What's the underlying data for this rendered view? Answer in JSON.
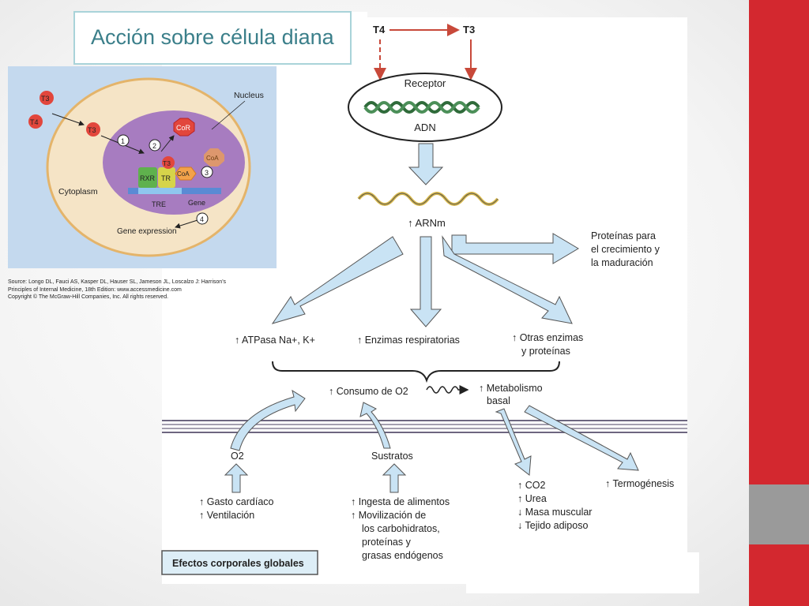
{
  "slide": {
    "title": "Acción sobre célula diana",
    "colors": {
      "accent_red": "#d3282f",
      "accent_gray": "#9a9a9a",
      "title_text": "#3b7f8a",
      "title_border": "#a9d3d9"
    }
  },
  "cell_figure": {
    "labels": {
      "nucleus": "Nucleus",
      "cytoplasm": "Cytoplasm",
      "t3": "T3",
      "t4": "T4",
      "cor": "CoR",
      "coa": "CoA",
      "rxr": "RXR",
      "tr": "TR",
      "tre": "TRE",
      "gene": "Gene",
      "gene_expression": "Gene expression"
    },
    "steps": [
      "1",
      "2",
      "3",
      "4"
    ],
    "source_lines": [
      "Source: Longo DL, Fauci AS, Kasper DL, Hauser SL, Jameson JL, Loscalzo J: Harrison's",
      "Principles of Internal Medicine, 18th Edition: www.accessmedicine.com",
      "Copyright © The McGraw-Hill Companies, Inc. All rights reserved."
    ]
  },
  "flow_diagram": {
    "t4": "T4",
    "t3": "T3",
    "receptor": "Receptor",
    "adn": "ADN",
    "arnm": "↑ ARNm",
    "proteinas": [
      "Proteínas para",
      "el crecimiento y",
      "la maduración"
    ],
    "atpasa": "↑ ATPasa Na+, K+",
    "enzimas_resp": "↑ Enzimas respiratorias",
    "otras_enzimas": [
      "↑ Otras enzimas",
      "y proteínas"
    ],
    "consumo": "↑ Consumo de O2",
    "metabolismo": [
      "↑ Metabolismo",
      "basal"
    ],
    "o2": "O2",
    "sustratos": "Sustratos",
    "left_effects": [
      "↑ Gasto cardíaco",
      "↑ Ventilación"
    ],
    "middle_effects": [
      "↑ Ingesta de alimentos",
      "↑ Movilización de",
      "los carbohidratos,",
      "proteínas y",
      "grasas endógenos"
    ],
    "right_effects": [
      "↑ CO2",
      "↑ Urea",
      "↓ Masa muscular",
      "↓ Tejido adiposo"
    ],
    "termogenesis": "↑ Termogénesis",
    "footer": "Efectos corporales globales"
  }
}
